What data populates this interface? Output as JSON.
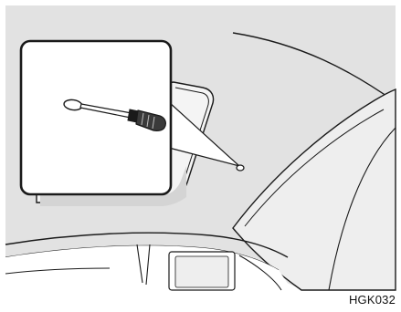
{
  "figure": {
    "code": "HGK032"
  },
  "colors": {
    "headliner": "#e2e2e2",
    "headliner_shadow": "#d4d4d4",
    "outline": "#1a1a1a",
    "inset_background": "#ffffff",
    "page_background": "#ffffff"
  },
  "parts": {
    "inset": "magnified-view",
    "tool": "flat-blade-screwdriver",
    "target": "sunroof-emergency-opening-hole",
    "component": "sunroof-panel"
  }
}
